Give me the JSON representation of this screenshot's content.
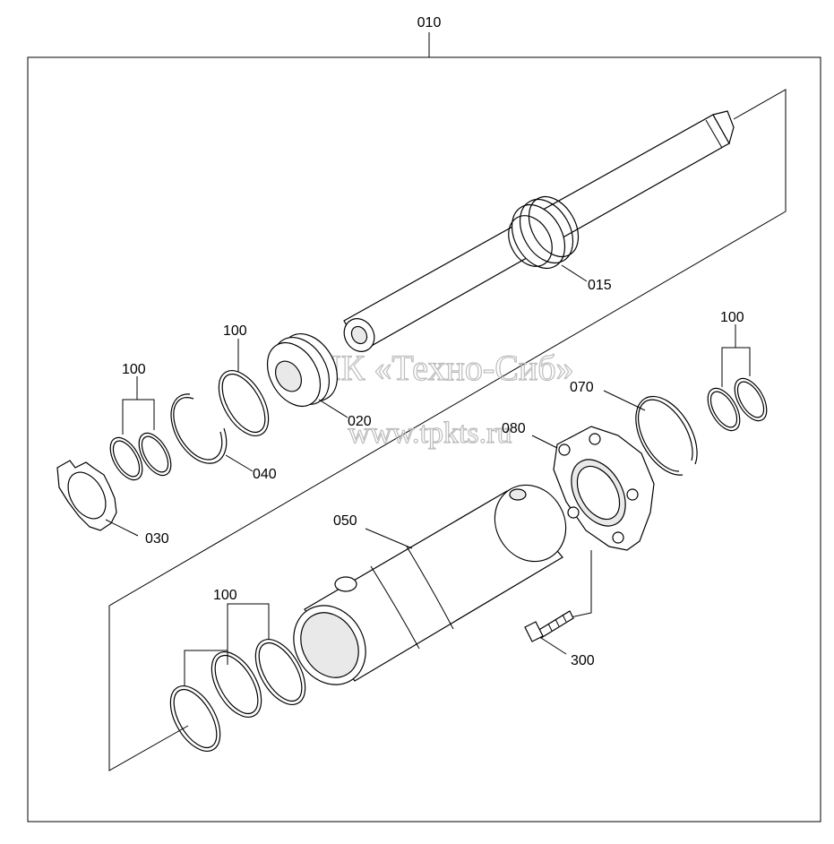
{
  "diagram": {
    "watermark_line1": "ТПК «Техно-Сиб»",
    "watermark_line2": "www.tpkts.ru",
    "labels": {
      "assembly": "010",
      "rod": "015",
      "piston": "020",
      "nut": "030",
      "backup_ring": "040",
      "tube": "050",
      "snap_ring": "070",
      "rod_cover": "080",
      "seal_kit_a": "100",
      "seal_kit_b": "100",
      "seal_kit_c": "100",
      "seal_kit_d": "100",
      "bolt": "300"
    }
  }
}
